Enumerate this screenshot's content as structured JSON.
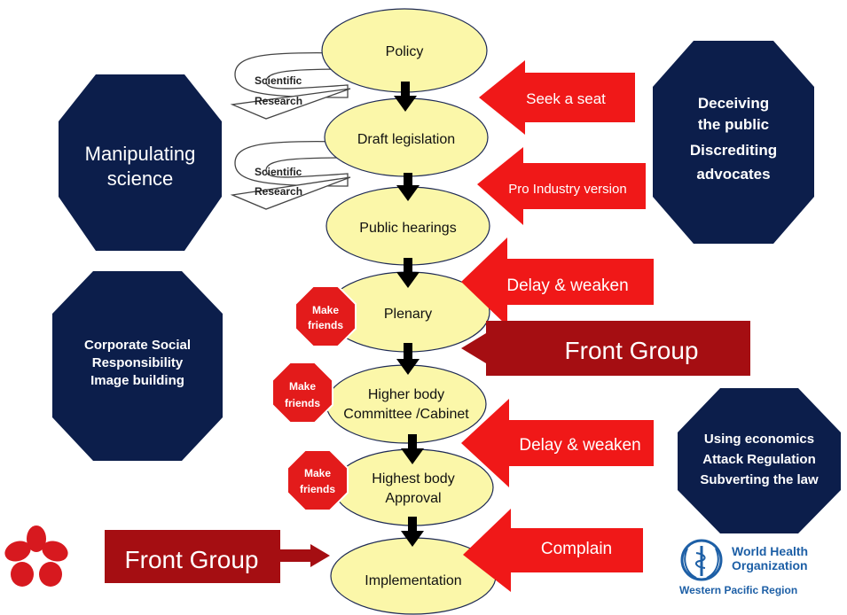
{
  "colors": {
    "ellipse_fill": "#fbf7a9",
    "navy": "#0c1e4b",
    "red_arrow": "#f01818",
    "dark_red": "#a50e12",
    "stop_red": "#e31b1b",
    "who_blue": "#1d5fa6"
  },
  "stages": [
    {
      "lines": [
        "Policy"
      ]
    },
    {
      "lines": [
        "Draft legislation"
      ]
    },
    {
      "lines": [
        "Public hearings"
      ]
    },
    {
      "lines": [
        "Plenary"
      ]
    },
    {
      "lines": [
        "Higher body",
        "Committee /Cabinet"
      ]
    },
    {
      "lines": [
        "Highest body",
        "Approval"
      ]
    },
    {
      "lines": [
        "Implementation"
      ]
    }
  ],
  "scientific_research": [
    {
      "lines": [
        "Scientific",
        "Research"
      ]
    },
    {
      "lines": [
        "Scientific",
        "Research"
      ]
    }
  ],
  "tactics_right": [
    {
      "label": "Seek a seat"
    },
    {
      "label": "Pro Industry version"
    },
    {
      "label": "Delay & weaken"
    },
    {
      "label": "Delay & weaken"
    },
    {
      "label": "Complain"
    }
  ],
  "front_group_right": {
    "label": "Front Group"
  },
  "front_group_left": {
    "label": "Front Group"
  },
  "make_friends": [
    {
      "lines": [
        "Make",
        "friends"
      ]
    },
    {
      "lines": [
        "Make",
        "friends"
      ]
    },
    {
      "lines": [
        "Make",
        "friends"
      ]
    }
  ],
  "octagons": [
    {
      "lines": [
        "Manipulating",
        "science"
      ]
    },
    {
      "lines": [
        "Corporate Social",
        "Responsibility",
        "Image building"
      ]
    },
    {
      "lines": [
        "Deceiving",
        "the public",
        "Discrediting",
        "advocates"
      ]
    },
    {
      "lines": [
        "Using economics",
        "Attack Regulation",
        "Subverting the law"
      ]
    }
  ],
  "who_logo": {
    "line1": "World Health",
    "line2": "Organization",
    "line3": "Western Pacific Region"
  },
  "flower_logo": {
    "icon": "orchid-flower-icon"
  }
}
